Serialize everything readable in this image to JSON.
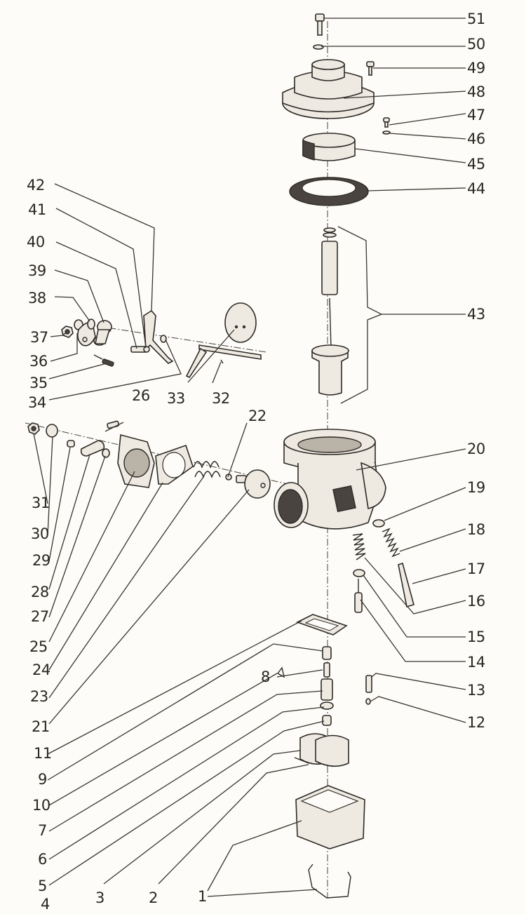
{
  "diagram": {
    "title": "Carburetor exploded view",
    "colors": {
      "background": "#fdfcf8",
      "ink": "#2a2622",
      "part_fill": "#eeeae2",
      "shade": "#b9b3a8"
    },
    "callouts": [
      {
        "n": "1",
        "part": "float-bowl-retaining-clip"
      },
      {
        "n": "2",
        "part": "float-bowl"
      },
      {
        "n": "3",
        "part": "float-pivot"
      },
      {
        "n": "4",
        "part": "float"
      },
      {
        "n": "5",
        "part": "main-jet"
      },
      {
        "n": "6",
        "part": "washer"
      },
      {
        "n": "7",
        "part": "jet-holder"
      },
      {
        "n": "8",
        "part": "needle-jet"
      },
      {
        "n": "9",
        "part": "needle-valve"
      },
      {
        "n": "10",
        "part": "clip"
      },
      {
        "n": "11",
        "part": "gasket"
      },
      {
        "n": "12",
        "part": "o-ring"
      },
      {
        "n": "13",
        "part": "pilot-jet"
      },
      {
        "n": "14",
        "part": "mixture-screw"
      },
      {
        "n": "15",
        "part": "washer"
      },
      {
        "n": "16",
        "part": "spring"
      },
      {
        "n": "17",
        "part": "idle-screw"
      },
      {
        "n": "18",
        "part": "spring"
      },
      {
        "n": "19",
        "part": "washer"
      },
      {
        "n": "20",
        "part": "carburetor-body"
      },
      {
        "n": "21",
        "part": "starter-plunger"
      },
      {
        "n": "22",
        "part": "o-ring"
      },
      {
        "n": "23",
        "part": "spring"
      },
      {
        "n": "24",
        "part": "gasket"
      },
      {
        "n": "25",
        "part": "starter-housing"
      },
      {
        "n": "26",
        "part": "screw"
      },
      {
        "n": "27",
        "part": "bushing"
      },
      {
        "n": "28",
        "part": "starter-lever"
      },
      {
        "n": "29",
        "part": "pin"
      },
      {
        "n": "30",
        "part": "washer"
      },
      {
        "n": "31",
        "part": "nut"
      },
      {
        "n": "32",
        "part": "screw"
      },
      {
        "n": "33",
        "part": "throttle-shaft-and-plate"
      },
      {
        "n": "34",
        "part": "bushing"
      },
      {
        "n": "35",
        "part": "spring"
      },
      {
        "n": "36",
        "part": "cam-lever"
      },
      {
        "n": "37",
        "part": "nut"
      },
      {
        "n": "38",
        "part": "washer"
      },
      {
        "n": "39",
        "part": "lever"
      },
      {
        "n": "40",
        "part": "screw"
      },
      {
        "n": "41",
        "part": "washer"
      },
      {
        "n": "42",
        "part": "throttle-lever"
      },
      {
        "n": "43",
        "part": "piston-and-needle-assembly"
      },
      {
        "n": "44",
        "part": "diaphragm"
      },
      {
        "n": "45",
        "part": "diaphragm-ring"
      },
      {
        "n": "46",
        "part": "washer"
      },
      {
        "n": "47",
        "part": "screw"
      },
      {
        "n": "48",
        "part": "top-cover"
      },
      {
        "n": "49",
        "part": "screw"
      },
      {
        "n": "50",
        "part": "washer"
      },
      {
        "n": "51",
        "part": "screw"
      }
    ]
  }
}
